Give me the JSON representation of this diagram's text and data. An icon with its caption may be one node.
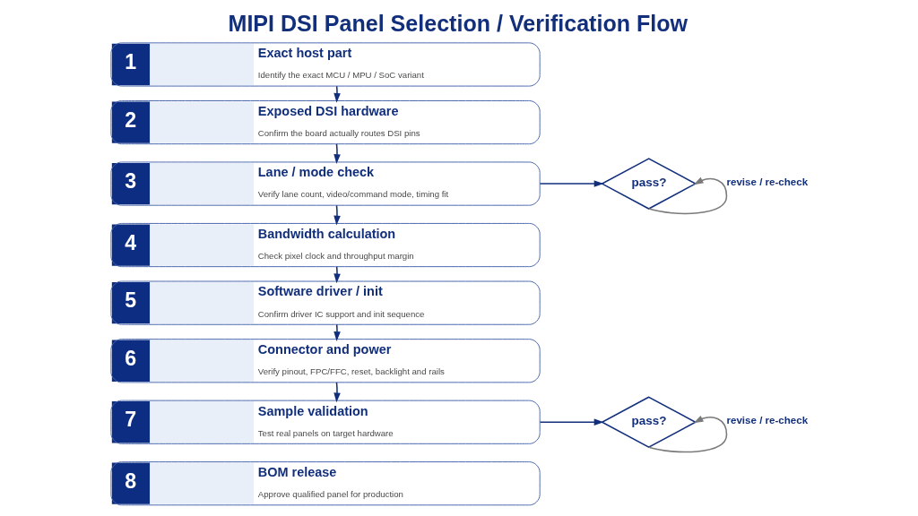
{
  "diagram": {
    "title": "MIPI DSI Panel Selection / Verification Flow",
    "nodes": [
      {
        "text": [
          "1",
          "Exact host part",
          "Identify the exact MCU / MPU / SoC variant"
        ]
      },
      {
        "text": [
          "2",
          "Exposed DSI hardware",
          "Confirm the board actually routes DSI pins"
        ]
      },
      {
        "text": [
          "3",
          "Lane / mode check",
          "Verify lane count, video/command mode, timing fit"
        ]
      },
      {
        "text": [
          "4",
          "Bandwidth calculation",
          "Check pixel clock and throughput margin"
        ]
      },
      {
        "text": [
          "5",
          "Software driver / init",
          "Confirm driver IC support and init sequence"
        ]
      },
      {
        "text": [
          "6",
          "Connector and power",
          "Verify pinout, FPC/FFC, reset, backlight and rails"
        ]
      },
      {
        "text": [
          "7",
          "Sample validation",
          "Test real panels on target hardware"
        ]
      },
      {
        "text": [
          "8",
          "BOM release",
          "Approve qualified panel for production"
        ]
      },
      {
        "text": [
          "pass?"
        ]
      },
      {
        "text": [
          "pass?"
        ]
      }
    ],
    "edges": [
      {
        "from": 0,
        "to": 1,
        "arrow": "to"
      },
      {
        "from": 1,
        "to": 2,
        "arrow": "to"
      },
      {
        "from": 2,
        "to": 3,
        "arrow": "to"
      },
      {
        "from": 3,
        "to": 4,
        "arrow": "to"
      },
      {
        "from": 4,
        "to": 5,
        "arrow": "to"
      },
      {
        "from": 5,
        "to": 6,
        "arrow": "to"
      },
      {
        "from": 2,
        "to": 8,
        "arrow": "to"
      },
      {
        "from": 8,
        "to": 8,
        "arrow": "to",
        "label": "revise / re-check",
        "color": "#7a7a7a"
      },
      {
        "from": 6,
        "to": 9,
        "arrow": "to"
      },
      {
        "from": 9,
        "to": 9,
        "arrow": "to",
        "label": "revise / re-check",
        "color": "#7a7a7a"
      }
    ]
  }
}
